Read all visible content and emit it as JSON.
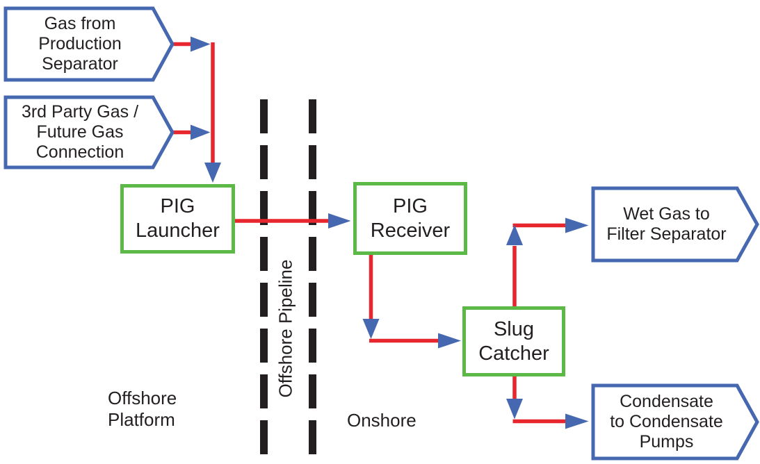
{
  "diagram": {
    "sources": [
      {
        "id": "gas-production",
        "label": "Gas from\nProduction\nSeparator"
      },
      {
        "id": "third-party-gas",
        "label": "3rd Party Gas /\nFuture Gas\nConnection"
      }
    ],
    "equipment": [
      {
        "id": "pig-launcher",
        "label": "PIG\nLauncher"
      },
      {
        "id": "pig-receiver",
        "label": "PIG\nReceiver"
      },
      {
        "id": "slug-catcher",
        "label": "Slug\nCatcher"
      }
    ],
    "outputs": [
      {
        "id": "wet-gas",
        "label": "Wet Gas to\nFilter Separator"
      },
      {
        "id": "condensate",
        "label": "Condensate\nto Condensate\nPumps"
      }
    ],
    "zone_labels": {
      "offshore_platform": "Offshore\nPlatform",
      "onshore": "Onshore",
      "offshore_pipeline": "Offshore Pipeline"
    },
    "flows": [
      {
        "from": "Gas from Production Separator",
        "to": "PIG Launcher"
      },
      {
        "from": "3rd Party Gas / Future Gas Connection",
        "to": "PIG Launcher"
      },
      {
        "from": "PIG Launcher",
        "to": "PIG Receiver"
      },
      {
        "from": "PIG Receiver",
        "to": "Slug Catcher"
      },
      {
        "from": "Slug Catcher",
        "to": "Wet Gas to Filter Separator"
      },
      {
        "from": "Slug Catcher",
        "to": "Condensate to Condensate Pumps"
      }
    ],
    "colors": {
      "banner_border": "#4668b0",
      "equipment_border": "#5cb947",
      "flow_line": "#e8262d",
      "arrowhead": "#4668b0",
      "boundary_dash": "#231f20",
      "text": "#231f20",
      "fill": "#ffffff"
    }
  }
}
